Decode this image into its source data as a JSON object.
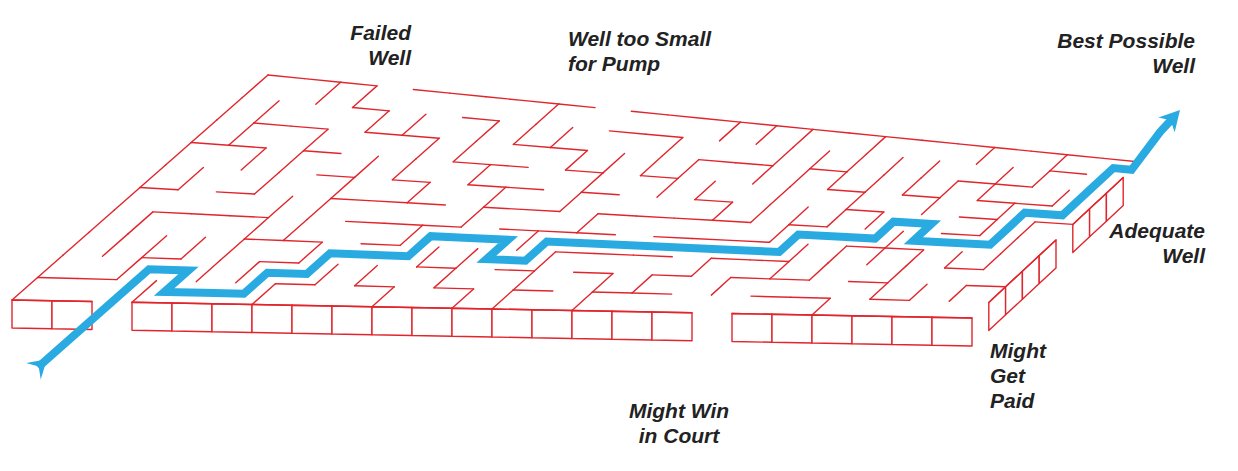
{
  "diagram": {
    "labels": [
      "Failed Well",
      "Well too Small for Pump",
      "Best Possible Well",
      "Adequate Well",
      "Might Get Paid",
      "Might Win in Court"
    ]
  }
}
